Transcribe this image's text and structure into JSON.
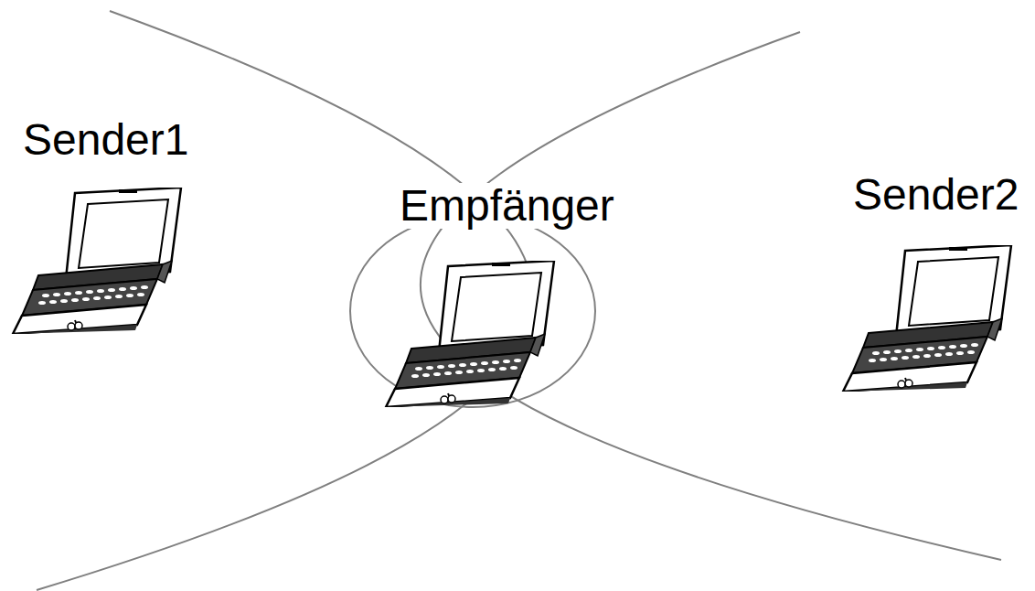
{
  "diagram": {
    "nodes": [
      {
        "text": [
          "Sender1"
        ]
      },
      {
        "text": [
          "Empfänger"
        ]
      },
      {
        "text": [
          "Sender2"
        ]
      }
    ]
  }
}
